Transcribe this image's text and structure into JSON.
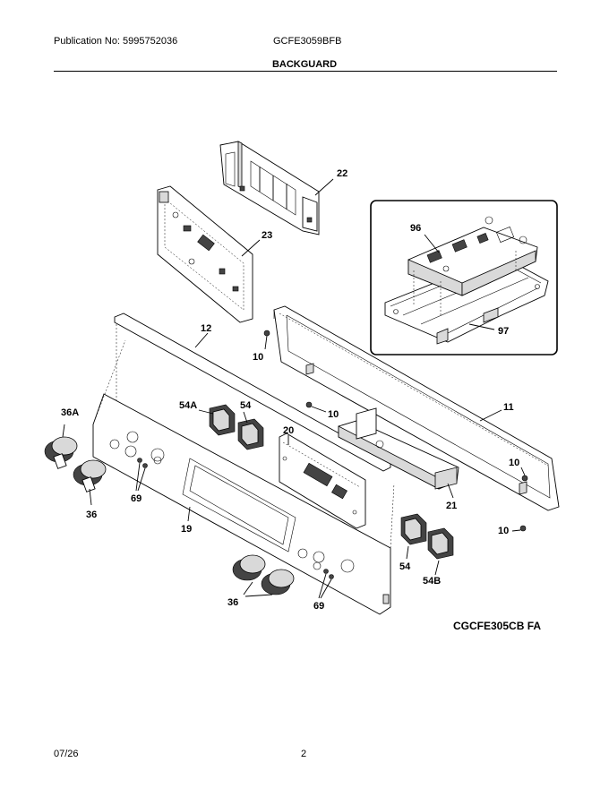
{
  "header": {
    "publication": "Publication No: 5995752036",
    "model": "GCFE3059BFB",
    "section": "BACKGUARD"
  },
  "callouts": {
    "c22": "22",
    "c23": "23",
    "c96": "96",
    "c97": "97",
    "c12": "12",
    "c10a": "10",
    "c10b": "10",
    "c10c": "10",
    "c10d": "10",
    "c11": "11",
    "c36a_top": "36A",
    "c54a": "54A",
    "c54_top": "54",
    "c20": "20",
    "c69_left": "69",
    "c36_left": "36",
    "c21": "21",
    "c19": "19",
    "c54_right": "54",
    "c54b": "54B",
    "c36_bottom": "36",
    "c69_bottom": "69"
  },
  "diagram_code": "CGCFE305CB FA",
  "footer": {
    "date": "07/26",
    "page": "2"
  }
}
